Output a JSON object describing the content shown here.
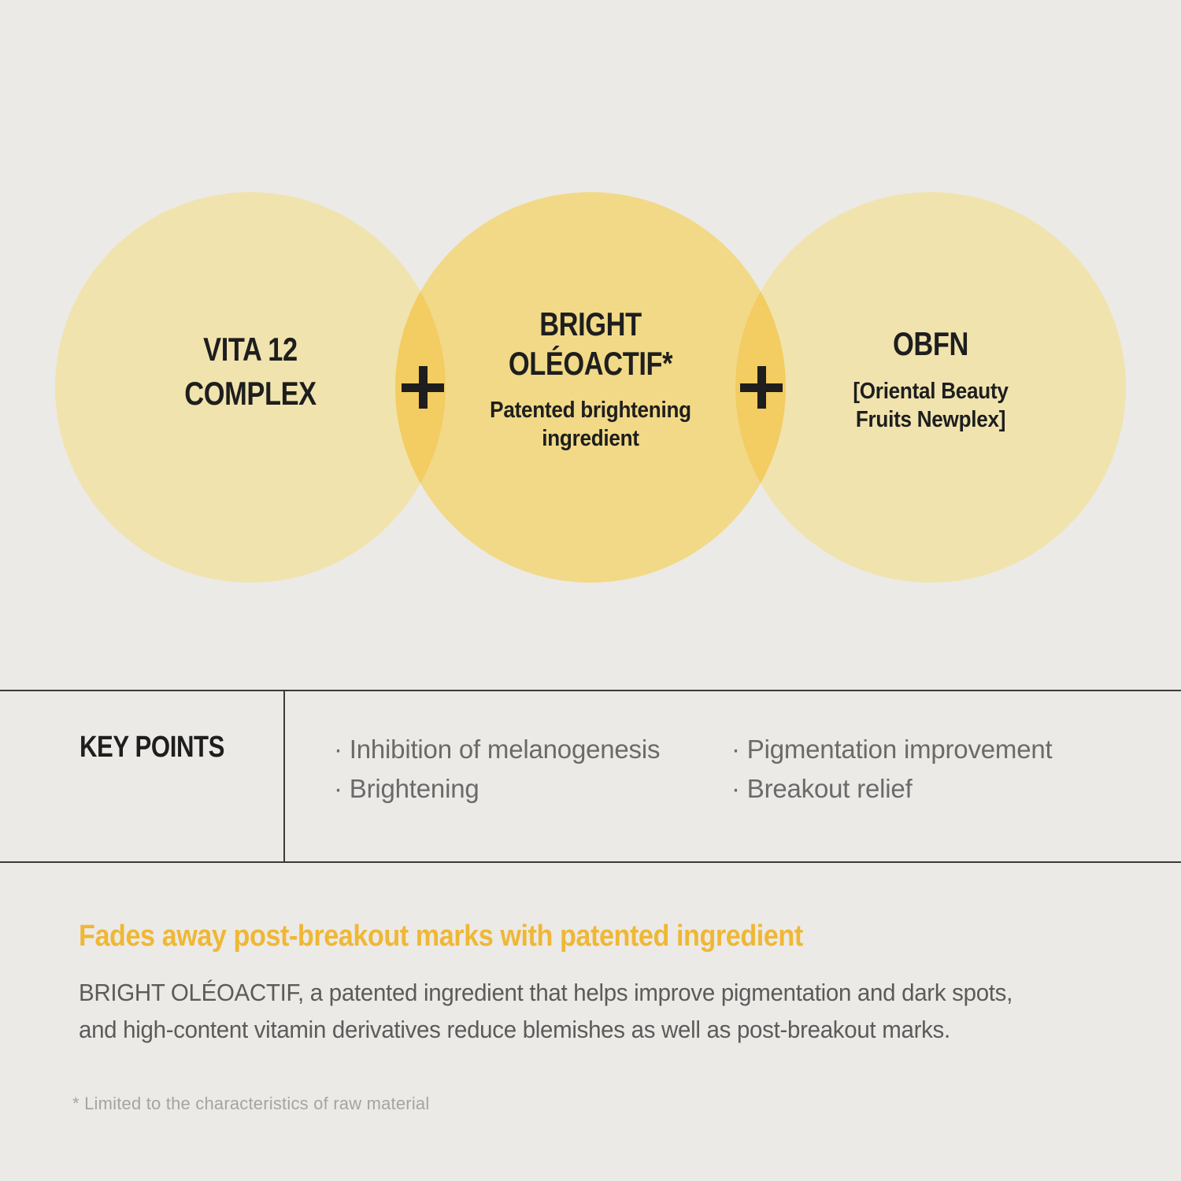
{
  "colors": {
    "background": "#ECEAE6",
    "circle_side": "#F0E3AE",
    "circle_center": "#F1D987",
    "circle_overlap": "#F3CC62",
    "divider_line": "#3A3A3A",
    "heading_text": "#1E1E1E",
    "keypoint_text": "#6A6A6A",
    "body_text": "#5B5B5B",
    "footnote_text": "#A6A4A0",
    "accent": "#EFB735"
  },
  "venn": {
    "left_circle": {
      "title": [
        "VITA 12",
        "COMPLEX"
      ]
    },
    "center_circle": {
      "title": [
        "BRIGHT",
        "OLÉOACTIF*"
      ],
      "subtitle": [
        "Patented brightening",
        "ingredient"
      ]
    },
    "right_circle": {
      "title": "OBFN",
      "subtitle": [
        "[Oriental Beauty",
        "Fruits Newplex]"
      ]
    },
    "plus_sign": "+"
  },
  "key_points": {
    "label": "KEY POINTS",
    "columns": [
      {
        "items": [
          "· Inhibition of melanogenesis",
          "· Brightening"
        ]
      },
      {
        "items": [
          "· Pigmentation improvement",
          "· Breakout relief"
        ]
      }
    ]
  },
  "description": {
    "headline": "Fades away post-breakout marks with patented ingredient",
    "body_lines": [
      "BRIGHT OLÉOACTIF, a patented ingredient that helps improve pigmentation and dark spots,",
      "and high-content vitamin derivatives reduce blemishes as well as post-breakout marks."
    ],
    "footnote": "* Limited to the characteristics of raw material"
  }
}
